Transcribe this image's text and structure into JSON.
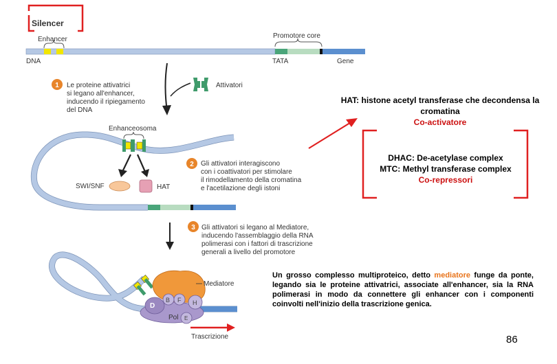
{
  "silencer_label": "Silencer",
  "top_strand": {
    "enhancer_label": "Enhancer",
    "promoter_label": "Promotore core",
    "dna_label": "DNA",
    "tata_label": "TATA",
    "gene_label": "Gene"
  },
  "steps": [
    {
      "number": "1",
      "lines": [
        "Le proteine attivatrici",
        "si legano all'enhancer,",
        "inducendo il ripiegamento",
        "del DNA"
      ]
    },
    {
      "number": "2",
      "lines": [
        "Gli attivatori interagiscono",
        "con i coattivatori per stimolare",
        "il rimodellamento della cromatina",
        "e l'acetilazione degli istoni"
      ]
    },
    {
      "number": "3",
      "lines": [
        "Gli attivatori si legano al Mediatore,",
        "inducendo l'assemblaggio della RNA",
        "polimerasi con i fattori di trascrizione",
        "generali a livello del promotore"
      ]
    }
  ],
  "activators_label": "Attivatori",
  "enhanceosome_label": "Enhanceosoma",
  "swi_snf_label": "SWI/SNF",
  "hat_small_label": "HAT",
  "mediator_label": "Mediatore",
  "pol_label": "Pol",
  "factor_letters": [
    "D",
    "B",
    "F",
    "H",
    "E"
  ],
  "transcription_label": "Trascrizione",
  "hat_box": {
    "line1": "HAT: histone acetyl transferase che decondensa la",
    "line2": "cromatina",
    "line3": "Co-activatore"
  },
  "dhac_box": {
    "line1": "DHAC: De-acetylase complex",
    "line2": "MTC: Methyl transferase complex",
    "line3": "Co-repressori"
  },
  "mediator_note": {
    "before": "Un grosso complesso multiproteico, detto ",
    "highlight": "mediatore",
    "after": " funge da ponte, legando sia le proteine attivatrici, associate all'enhancer, sia la RNA polimerasi in modo da connettere gli enhancer con i componenti coinvolti nell'inizio della trascrizione genica."
  },
  "page_number": "86",
  "colors": {
    "dna_blue": "#b5c8e4",
    "gene_blue": "#5b8fcf",
    "tata_green": "#4aa57a",
    "promoter_green": "#b8dcc0",
    "enhancer_yellow": "#f2e600",
    "activator_green": "#3f9b6b",
    "step_orange": "#e8852a",
    "bracket_red": "#e02020",
    "swi_snf_fill": "#f8c79a",
    "hat_fill": "#e6a0b4",
    "mediator_orange": "#f0983a",
    "polymerase_purple": "#a998cc"
  }
}
